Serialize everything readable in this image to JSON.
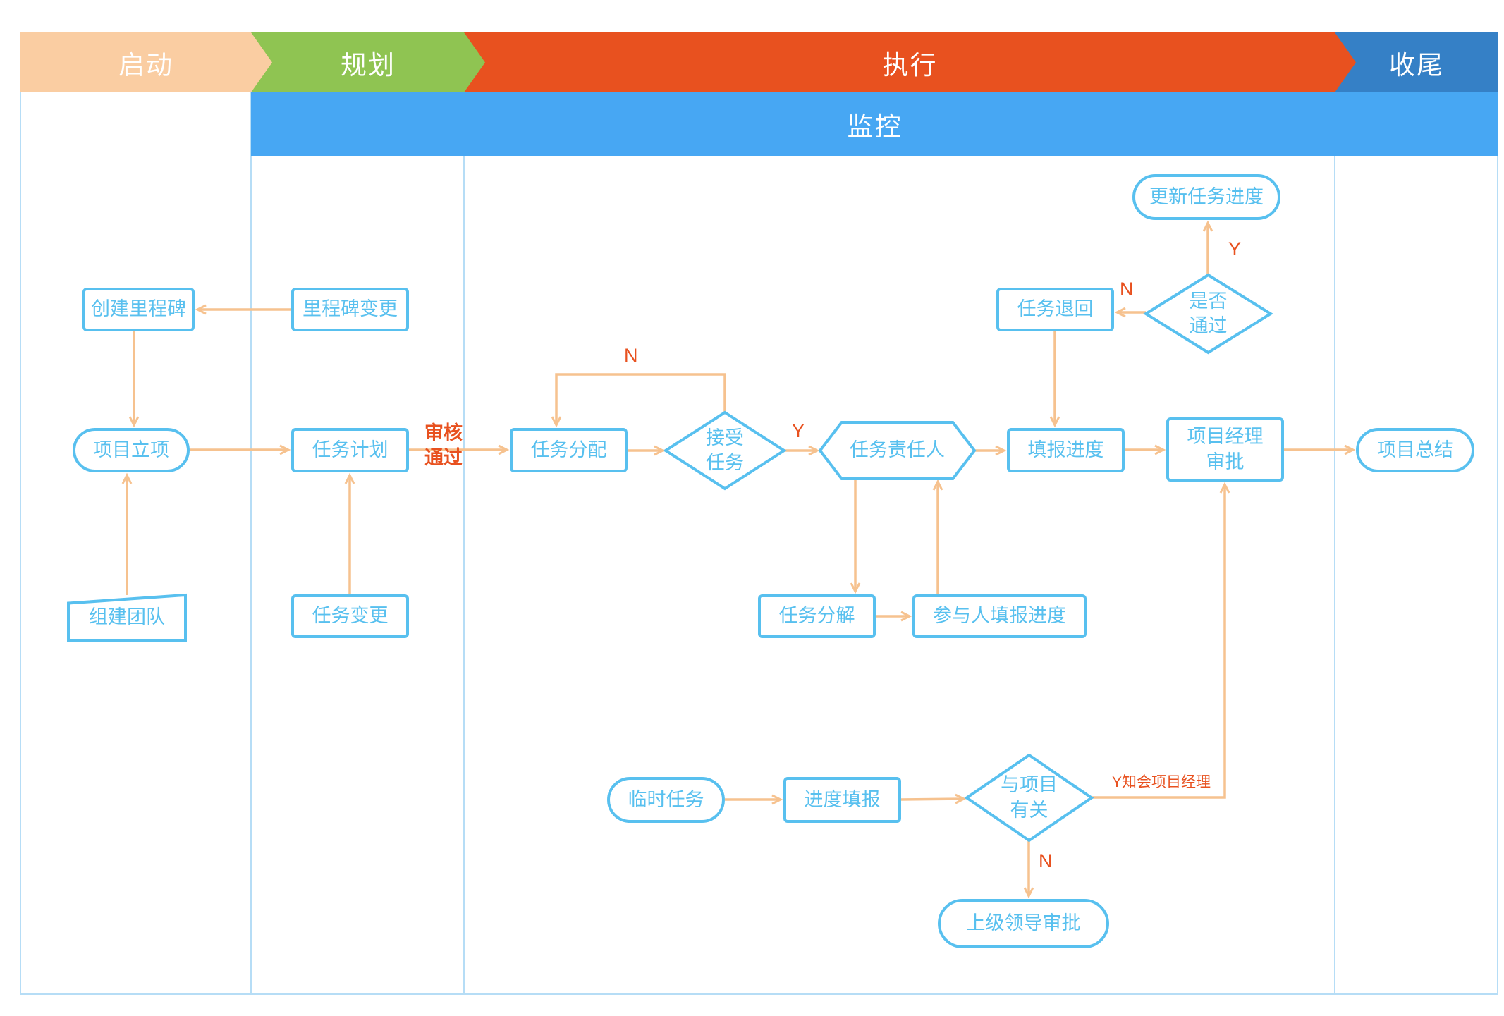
{
  "phases": {
    "initiation": "启动",
    "planning": "规划",
    "execution": "执行",
    "closing": "收尾",
    "monitoring": "监控"
  },
  "nodes": {
    "create_milestone": "创建里程碑",
    "project_initiation": "项目立项",
    "form_team": "组建团队",
    "milestone_change": "里程碑变更",
    "task_plan": "任务计划",
    "task_change": "任务变更",
    "task_assignment": "任务分配",
    "accept_task": "接受\n任务",
    "task_owner": "任务责任人",
    "fill_progress": "填报进度",
    "pm_approval": "项目经理\n审批",
    "task_return": "任务退回",
    "pass_check": "是否\n通过",
    "update_progress": "更新任务进度",
    "task_decompose": "任务分解",
    "participants_fill": "参与人填报进度",
    "temp_task": "临时任务",
    "progress_fill": "进度填报",
    "project_related": "与项目\n有关",
    "leader_approval": "上级领导审批",
    "project_summary": "项目总结"
  },
  "edge_labels": {
    "review_pass": "审核\n通过",
    "loop_n": "N",
    "accept_y": "Y",
    "pass_n": "N",
    "pass_y": "Y",
    "notify_y": "Y知会项目经理",
    "related_n": "N"
  },
  "edges": [
    {
      "from": "milestone_change",
      "to": "create_milestone",
      "label": ""
    },
    {
      "from": "create_milestone",
      "to": "project_initiation",
      "label": ""
    },
    {
      "from": "form_team",
      "to": "project_initiation",
      "label": ""
    },
    {
      "from": "project_initiation",
      "to": "task_plan",
      "label": ""
    },
    {
      "from": "task_plan",
      "to": "task_assignment",
      "label": "审核通过"
    },
    {
      "from": "task_change",
      "to": "task_plan",
      "label": ""
    },
    {
      "from": "task_assignment",
      "to": "accept_task",
      "label": ""
    },
    {
      "from": "accept_task",
      "to": "task_assignment",
      "label": "N"
    },
    {
      "from": "accept_task",
      "to": "task_owner",
      "label": "Y"
    },
    {
      "from": "task_owner",
      "to": "fill_progress",
      "label": ""
    },
    {
      "from": "task_owner",
      "to": "task_decompose",
      "label": ""
    },
    {
      "from": "task_decompose",
      "to": "participants_fill",
      "label": ""
    },
    {
      "from": "participants_fill",
      "to": "task_owner",
      "label": ""
    },
    {
      "from": "fill_progress",
      "to": "pm_approval",
      "label": ""
    },
    {
      "from": "pm_approval",
      "to": "project_summary",
      "label": ""
    },
    {
      "from": "pass_check",
      "to": "task_return",
      "label": "N"
    },
    {
      "from": "pass_check",
      "to": "update_progress",
      "label": "Y"
    },
    {
      "from": "task_return",
      "to": "fill_progress",
      "label": ""
    },
    {
      "from": "temp_task",
      "to": "progress_fill",
      "label": ""
    },
    {
      "from": "progress_fill",
      "to": "project_related",
      "label": ""
    },
    {
      "from": "project_related",
      "to": "pm_approval",
      "label": "Y知会项目经理"
    },
    {
      "from": "project_related",
      "to": "leader_approval",
      "label": "N"
    }
  ],
  "colors": {
    "initiation_band": "#facda2",
    "planning_band": "#8fc452",
    "execution_band": "#e8511f",
    "closing_band": "#3580c6",
    "monitoring_band": "#47a7f3",
    "node_accent": "#58c0ef",
    "arrow": "#f6c28f",
    "decision_label": "#e8511f"
  }
}
